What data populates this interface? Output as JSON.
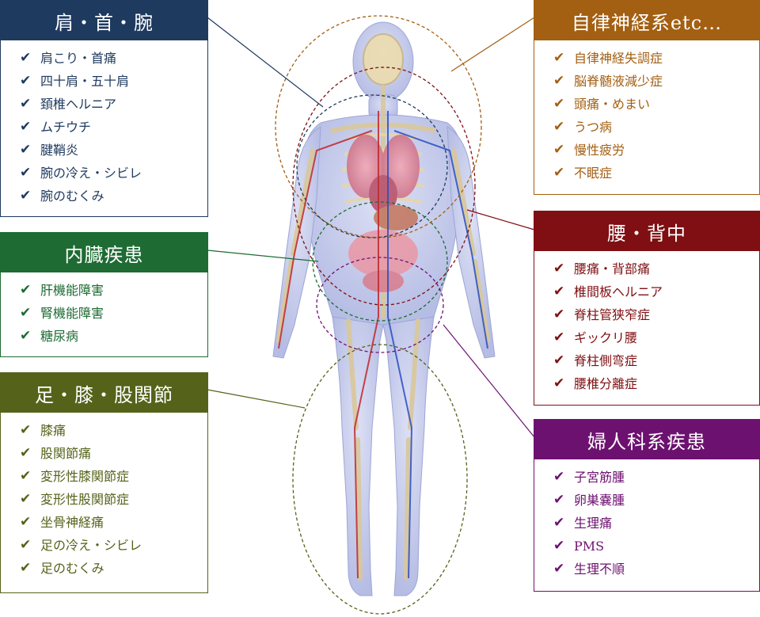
{
  "check_icon": "✔",
  "panels": {
    "shoulder": {
      "title": "肩・首・腕",
      "color": "#1f3a5f",
      "items": [
        "肩こり・首痛",
        "四十肩・五十肩",
        "頚椎ヘルニア",
        "ムチウチ",
        "腱鞘炎",
        "腕の冷え・シビレ",
        "腕のむくみ"
      ]
    },
    "internal": {
      "title": "内臓疾患",
      "color": "#1e6b33",
      "items": [
        "肝機能障害",
        "腎機能障害",
        "糖尿病"
      ]
    },
    "legs": {
      "title": "足・膝・股関節",
      "color": "#55631a",
      "items": [
        "膝痛",
        "股関節痛",
        "変形性膝関節症",
        "変形性股関節症",
        "坐骨神経痛",
        "足の冷え・シビレ",
        "足のむくみ"
      ]
    },
    "autonomic": {
      "title": "自律神経系etc…",
      "color": "#a35f12",
      "items": [
        "自律神経失調症",
        "脳脊髄液減少症",
        "頭痛・めまい",
        "うつ病",
        "慢性疲労",
        "不眠症"
      ]
    },
    "back": {
      "title": "腰・背中",
      "color": "#7f0f12",
      "items": [
        "腰痛・背部痛",
        "椎間板ヘルニア",
        "脊柱管狭窄症",
        "ギックリ腰",
        "脊柱側弯症",
        "腰椎分離症"
      ]
    },
    "gyn": {
      "title": "婦人科系疾患",
      "color": "#6d1170",
      "items": [
        "子宮筋腫",
        "卵巣嚢腫",
        "生理痛",
        "PMS",
        "生理不順"
      ]
    }
  }
}
